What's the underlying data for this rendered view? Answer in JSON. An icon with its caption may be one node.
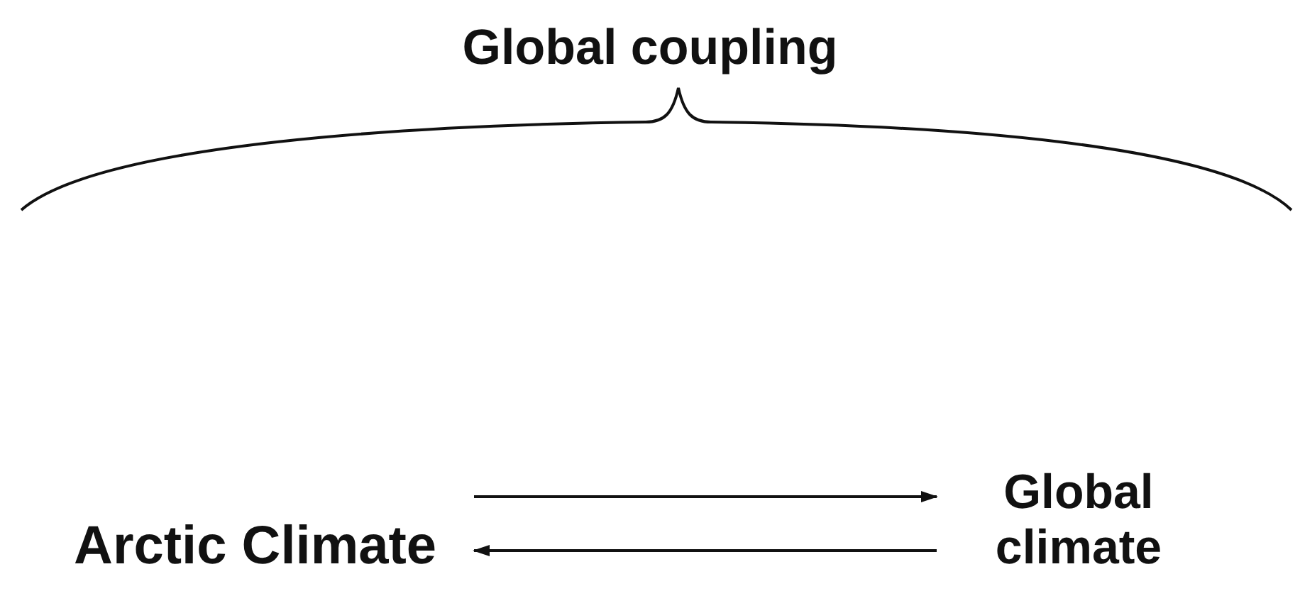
{
  "diagram": {
    "title": "Global coupling",
    "nodes": [
      {
        "text": [
          "Arctic Climate"
        ]
      },
      {
        "text": [
          "Global climate"
        ]
      }
    ],
    "edges": [
      {
        "from": 0,
        "to": 1,
        "arrow": "to"
      },
      {
        "from": 1,
        "to": 0,
        "arrow": "to"
      }
    ]
  }
}
